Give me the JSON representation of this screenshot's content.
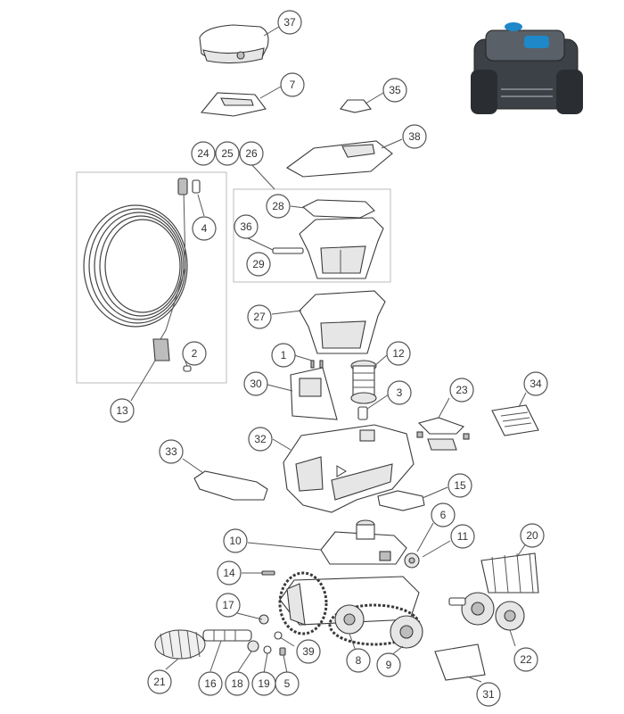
{
  "diagram": {
    "callouts": [
      "37",
      "7",
      "35",
      "38",
      "24",
      "25",
      "26",
      "28",
      "36",
      "29",
      "4",
      "27",
      "2",
      "13",
      "1",
      "12",
      "30",
      "3",
      "23",
      "34",
      "32",
      "33",
      "15",
      "6",
      "10",
      "11",
      "20",
      "14",
      "17",
      "39",
      "8",
      "9",
      "22",
      "21",
      "16",
      "18",
      "19",
      "5",
      "31"
    ]
  },
  "colors": {
    "line": "#3a3a3a",
    "robot_accent": "#1e88c8",
    "robot_body": "#3c4147"
  }
}
